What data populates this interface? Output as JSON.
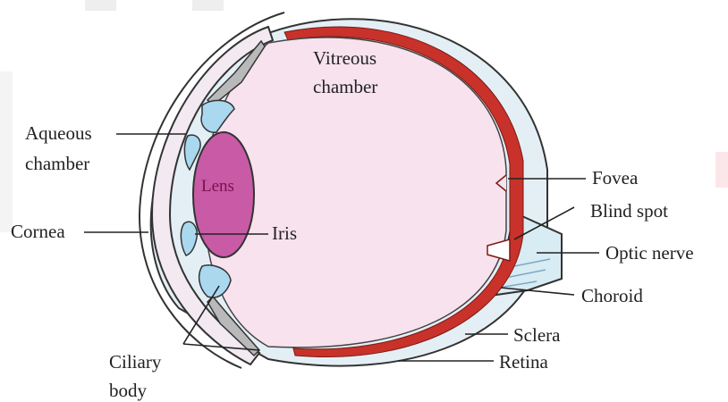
{
  "labels": {
    "vitreous_line1": "Vitreous",
    "vitreous_line2": "chamber",
    "aqueous_line1": "Aqueous",
    "aqueous_line2": "chamber",
    "lens": "Lens",
    "cornea": "Cornea",
    "iris": "Iris",
    "ciliary_line1": "Ciliary",
    "ciliary_line2": "body",
    "fovea": "Fovea",
    "blind_spot": "Blind spot",
    "optic_nerve": "Optic nerve",
    "choroid": "Choroid",
    "sclera": "Sclera",
    "retina": "Retina"
  },
  "colors": {
    "vitreous_fill": "#f7e2ee",
    "retina_red": "#c8322a",
    "sclera_blue": "#d8ecf4",
    "lens_fill": "#c85aa6",
    "iris_blue": "#a9d8ef",
    "ciliary_gray": "#b9b9b9",
    "outline": "#333333"
  }
}
